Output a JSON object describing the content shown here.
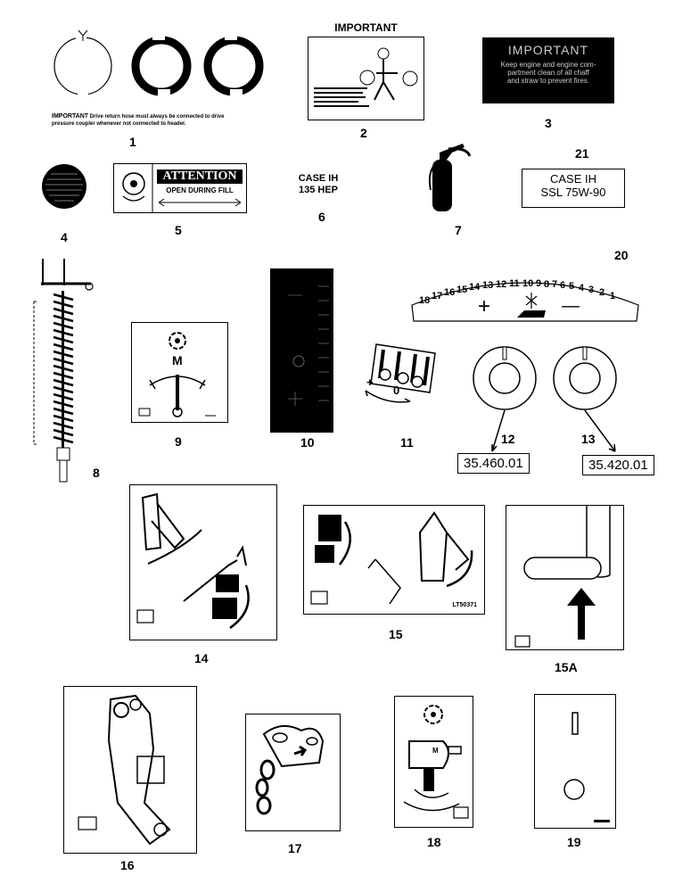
{
  "decals": {
    "d1": {
      "number": "1",
      "caption_important": "IMPORTANT",
      "caption_text": "Drive  return hose must always be connected to drive pressure coupler whenever not connected to header."
    },
    "d2": {
      "number": "2",
      "title": "IMPORTANT"
    },
    "d3": {
      "number": "3",
      "title": "IMPORTANT",
      "lines": [
        "Keep engine and engine com-",
        "partment clean of all chaff",
        "and straw to prevent fires."
      ]
    },
    "d4": {
      "number": "4"
    },
    "d5": {
      "number": "5",
      "title": "ATTENTION",
      "subtitle": "OPEN DURING FILL"
    },
    "d6": {
      "number": "6",
      "line1": "CASE IH",
      "line2": "135 HEP"
    },
    "d7": {
      "number": "7"
    },
    "d21": {
      "number": "21",
      "line1": "CASE IH",
      "line2": "SSL 75W-90"
    },
    "d20": {
      "number": "20",
      "scale": [
        "18",
        "17",
        "16",
        "15",
        "14",
        "13",
        "12",
        "11",
        "10",
        "9",
        "8",
        "7",
        "6",
        "5",
        "4",
        "3",
        "2",
        "1"
      ],
      "plus": "+",
      "minus": "—"
    },
    "d8": {
      "number": "8"
    },
    "d9": {
      "number": "9",
      "m": "M"
    },
    "d10": {
      "number": "10"
    },
    "d11": {
      "number": "11",
      "plus": "+",
      "zero": "0"
    },
    "d12": {
      "number": "12",
      "part": "35.460.01"
    },
    "d13": {
      "number": "13",
      "part": "35.420.01"
    },
    "d14": {
      "number": "14"
    },
    "d15": {
      "number": "15",
      "code": "LT50371"
    },
    "d15a": {
      "number": "15A"
    },
    "d16": {
      "number": "16"
    },
    "d17": {
      "number": "17"
    },
    "d18": {
      "number": "18",
      "m": "M"
    },
    "d19": {
      "number": "19"
    }
  }
}
